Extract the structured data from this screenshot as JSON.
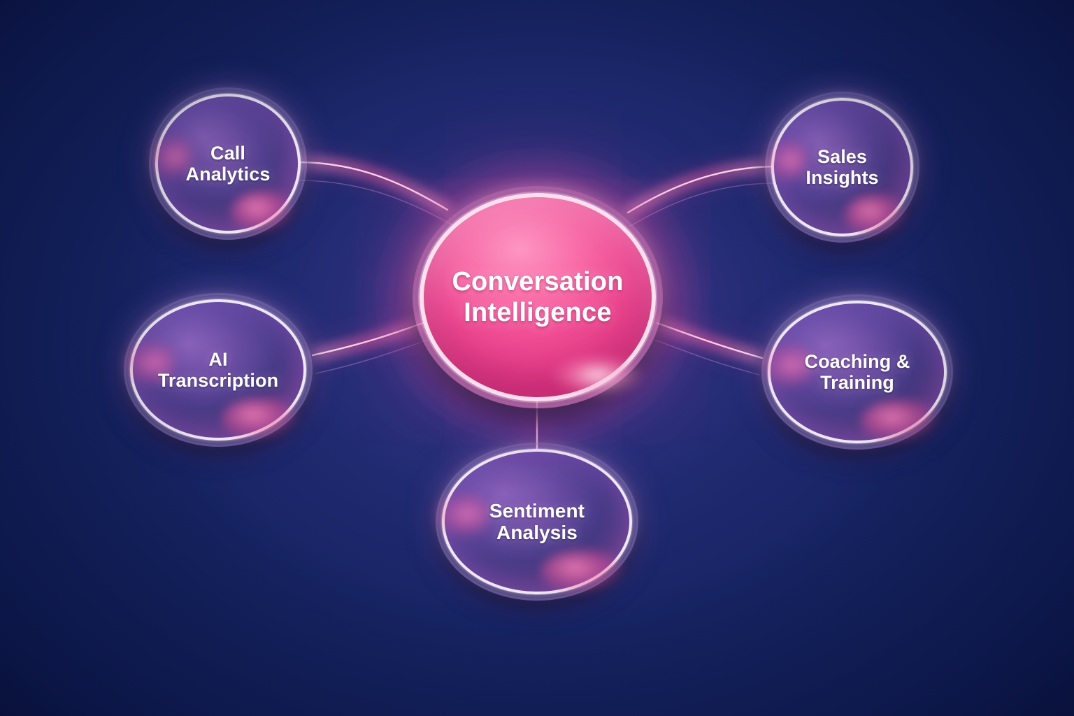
{
  "diagram": {
    "title": "Conversation Intelligence",
    "type": "hub-and-spoke",
    "background_color": "#101d5c",
    "accent_color": "#f0559e",
    "node_fill_color": "#4a3e8c",
    "center_fill_color": "#e8508f",
    "ring_color": "#ffffff",
    "center": {
      "id": "conversation-intelligence",
      "line1": "Conversation",
      "line2": "Intelligence"
    },
    "nodes": [
      {
        "id": "call-analytics",
        "position": "top-left",
        "line1": "Call",
        "line2": "Analytics"
      },
      {
        "id": "sales-insights",
        "position": "top-right",
        "line1": "Sales",
        "line2": "Insights"
      },
      {
        "id": "ai-transcription",
        "position": "middle-left",
        "line1": "AI",
        "line2": "Transcription"
      },
      {
        "id": "coaching-training",
        "position": "middle-right",
        "line1": "Coaching &",
        "line2": "Training"
      },
      {
        "id": "sentiment-analysis",
        "position": "bottom-center",
        "line1": "Sentiment",
        "line2": "Analysis"
      }
    ],
    "connections": [
      {
        "from": "conversation-intelligence",
        "to": "call-analytics",
        "style": "curved-glow"
      },
      {
        "from": "conversation-intelligence",
        "to": "sales-insights",
        "style": "curved-glow"
      },
      {
        "from": "conversation-intelligence",
        "to": "ai-transcription",
        "style": "curved-glow"
      },
      {
        "from": "conversation-intelligence",
        "to": "coaching-training",
        "style": "curved-glow"
      },
      {
        "from": "conversation-intelligence",
        "to": "sentiment-analysis",
        "style": "straight-glow"
      }
    ]
  }
}
